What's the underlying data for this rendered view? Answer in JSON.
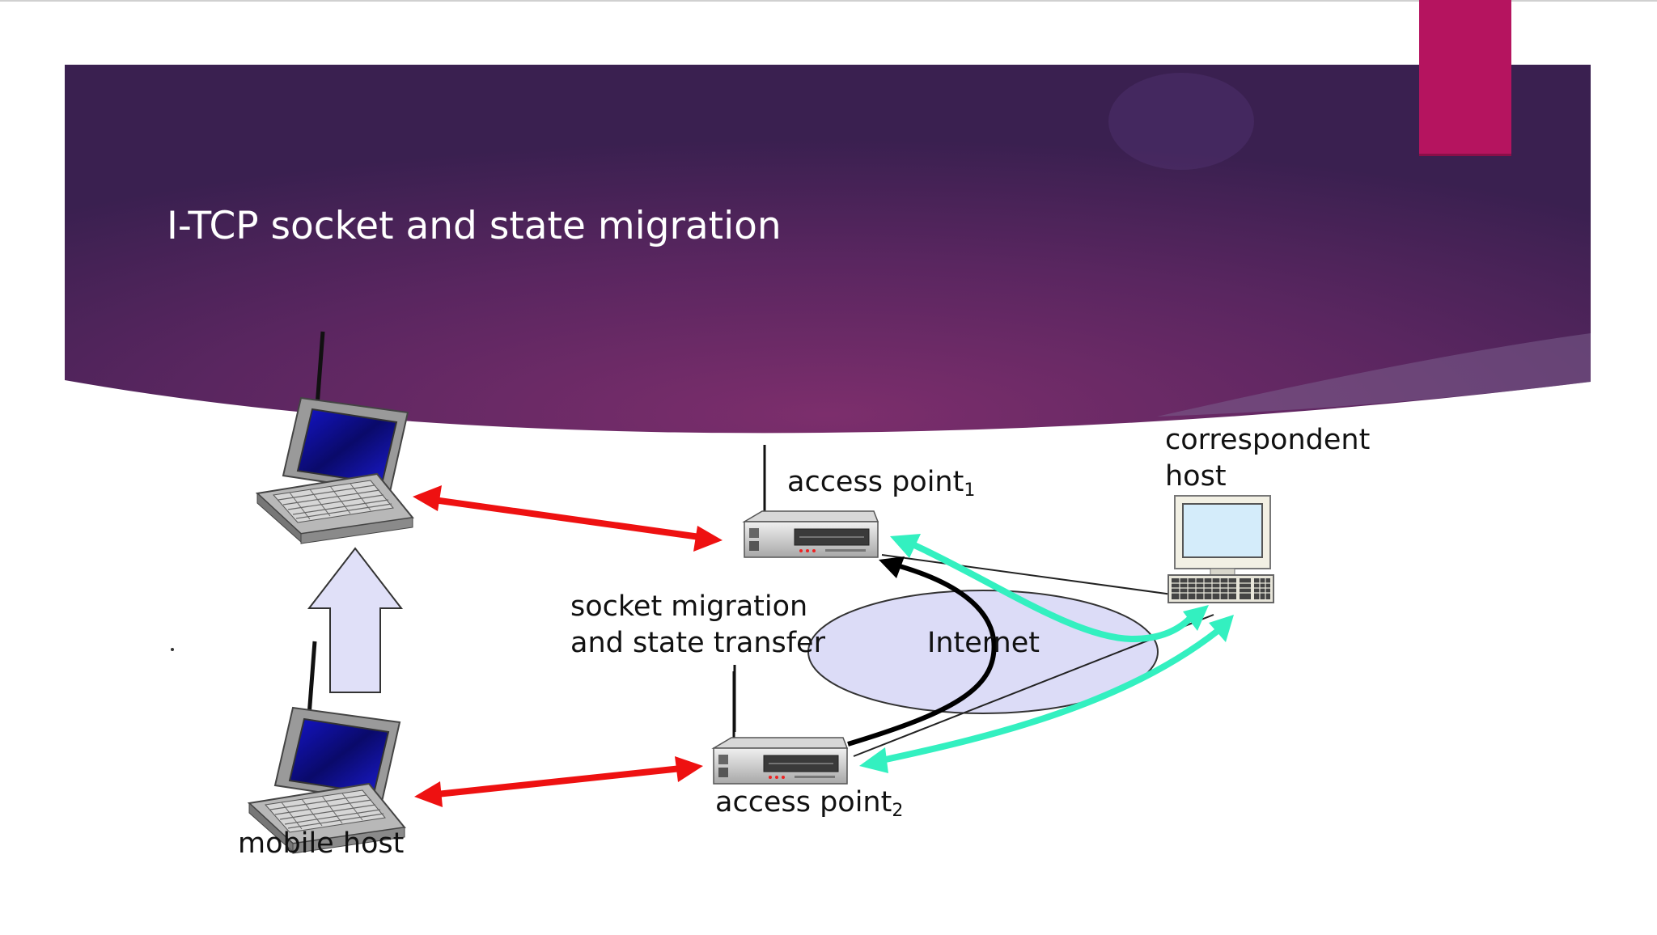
{
  "slide": {
    "title": "I-TCP socket and state migration"
  },
  "labels": {
    "access_point_1": "access point",
    "access_point_1_sub": "1",
    "access_point_2": "access point",
    "access_point_2_sub": "2",
    "correspondent_line1": "correspondent",
    "correspondent_line2": "host",
    "migration_line1": "socket migration",
    "migration_line2": "and state transfer",
    "internet": "Internet",
    "mobile_host": "mobile host"
  },
  "colors": {
    "header_dark": "#3b2150",
    "header_mid": "#6e2c66",
    "accent_tab": "#b5145f",
    "wireless_link": "#ee1111",
    "wired_path": "#33f0c0",
    "migration_arrow": "#000000",
    "internet_cloud": "#dcdcf7",
    "move_arrow": "#e0e0f8"
  },
  "icons": {
    "laptop": "laptop-icon",
    "access_point": "access-point-icon",
    "desktop": "desktop-computer-icon",
    "move_arrow": "move-up-arrow-icon"
  }
}
